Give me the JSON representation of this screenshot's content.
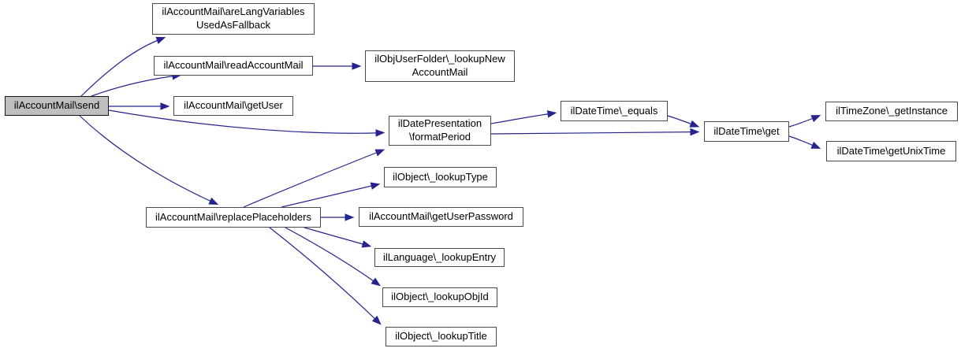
{
  "diagram": {
    "kind": "doxygen-call-graph",
    "root_function": "ilAccountMail\\send",
    "colors": {
      "edge": "#24248f",
      "node_border": "#4a4a4a",
      "node_fill": "#ffffff",
      "root_node_fill": "#bfbfbf",
      "text": "#000000",
      "background": "#ffffff"
    }
  },
  "nodes": [
    {
      "id": "send",
      "label": "ilAccountMail\\send",
      "highlighted": true
    },
    {
      "id": "are-lang-variables",
      "label": "ilAccountMail\\areLangVariables\nUsedAsFallback",
      "highlighted": false
    },
    {
      "id": "read-account-mail",
      "label": "ilAccountMail\\readAccountMail",
      "highlighted": false
    },
    {
      "id": "get-user",
      "label": "ilAccountMail\\getUser",
      "highlighted": false
    },
    {
      "id": "replace-placeholders",
      "label": "ilAccountMail\\replacePlaceholders",
      "highlighted": false
    },
    {
      "id": "lookup-new-account-mail",
      "label": "ilObjUserFolder\\_lookupNew\nAccountMail",
      "highlighted": false
    },
    {
      "id": "format-period",
      "label": "ilDatePresentation\n\\formatPeriod",
      "highlighted": false
    },
    {
      "id": "datetime-equals",
      "label": "ilDateTime\\_equals",
      "highlighted": false
    },
    {
      "id": "datetime-get",
      "label": "ilDateTime\\get",
      "highlighted": false
    },
    {
      "id": "timezone-get-instance",
      "label": "ilTimeZone\\_getInstance",
      "highlighted": false
    },
    {
      "id": "datetime-get-unix-time",
      "label": "ilDateTime\\getUnixTime",
      "highlighted": false
    },
    {
      "id": "lookup-type",
      "label": "ilObject\\_lookupType",
      "highlighted": false
    },
    {
      "id": "get-user-password",
      "label": "ilAccountMail\\getUserPassword",
      "highlighted": false
    },
    {
      "id": "lookup-entry",
      "label": "ilLanguage\\_lookupEntry",
      "highlighted": false
    },
    {
      "id": "lookup-objid",
      "label": "ilObject\\_lookupObjId",
      "highlighted": false
    },
    {
      "id": "lookup-title",
      "label": "ilObject\\_lookupTitle",
      "highlighted": false
    }
  ],
  "edges": [
    {
      "from": "send",
      "to": "are-lang-variables"
    },
    {
      "from": "send",
      "to": "read-account-mail"
    },
    {
      "from": "send",
      "to": "get-user"
    },
    {
      "from": "send",
      "to": "format-period"
    },
    {
      "from": "send",
      "to": "replace-placeholders"
    },
    {
      "from": "read-account-mail",
      "to": "lookup-new-account-mail"
    },
    {
      "from": "format-period",
      "to": "datetime-equals"
    },
    {
      "from": "format-period",
      "to": "datetime-get"
    },
    {
      "from": "datetime-equals",
      "to": "datetime-get"
    },
    {
      "from": "datetime-get",
      "to": "timezone-get-instance"
    },
    {
      "from": "datetime-get",
      "to": "datetime-get-unix-time"
    },
    {
      "from": "replace-placeholders",
      "to": "format-period"
    },
    {
      "from": "replace-placeholders",
      "to": "lookup-type"
    },
    {
      "from": "replace-placeholders",
      "to": "get-user-password"
    },
    {
      "from": "replace-placeholders",
      "to": "lookup-entry"
    },
    {
      "from": "replace-placeholders",
      "to": "lookup-objid"
    },
    {
      "from": "replace-placeholders",
      "to": "lookup-title"
    }
  ]
}
